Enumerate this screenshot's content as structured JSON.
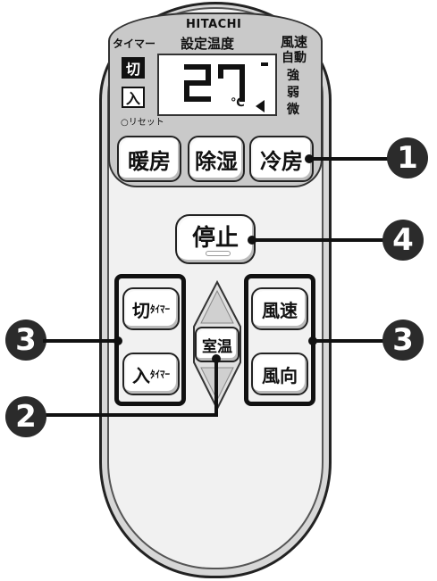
{
  "brand": "HITACHI",
  "panel": {
    "timer_label": "タイマー",
    "setting_temp_label": "設定温度",
    "fan_speed_label": "風速",
    "fan_modes": [
      "自動",
      "強",
      "弱",
      "微"
    ],
    "off_tag": "切",
    "on_tag": "入",
    "reset_label": "○リセット",
    "display_temp": "27",
    "temp_unit": "℃"
  },
  "mode_buttons": [
    {
      "label": "暖房"
    },
    {
      "label": "除湿"
    },
    {
      "label": "冷房"
    }
  ],
  "stop_button": {
    "label": "停止"
  },
  "timer_buttons": {
    "off": {
      "main": "切",
      "sub": "ﾀｲﾏｰ"
    },
    "on": {
      "main": "入",
      "sub": "ﾀｲﾏｰ"
    }
  },
  "room_temp_button": {
    "label": "室温"
  },
  "fan_buttons": {
    "speed": {
      "label": "風速"
    },
    "direction": {
      "label": "風向"
    }
  },
  "callouts": {
    "c1": "1",
    "c2": "2",
    "c3_left": "3",
    "c3_right": "3",
    "c4": "4"
  },
  "colors": {
    "body_fill": "#f1f1f1",
    "panel_fill": "#c9c9c9",
    "callout_fill": "#2b2b2b"
  }
}
